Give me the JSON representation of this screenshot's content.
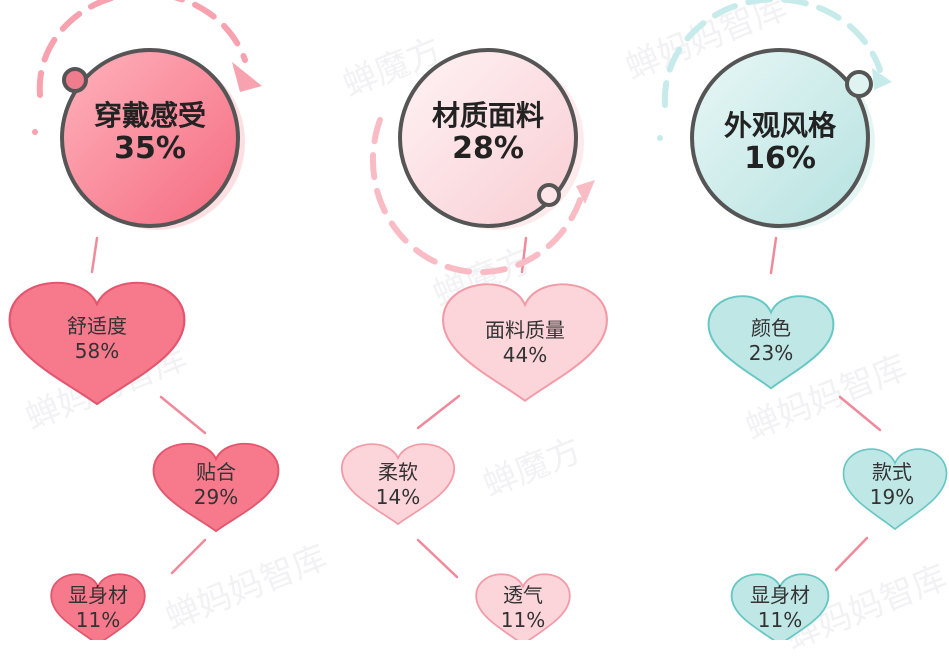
{
  "colors": {
    "pink": "#f77a8c",
    "pink_light": "#fbd5da",
    "teal": "#bfe7e6",
    "outline": "#555555",
    "connector": "#f08a9a"
  },
  "categories": [
    {
      "name": "穿戴感受",
      "percent": "35%",
      "color": "#f77a8c"
    },
    {
      "name": "材质面料",
      "percent": "28%",
      "color": "#fbd5da"
    },
    {
      "name": "外观风格",
      "percent": "16%",
      "color": "#bfe7e6"
    }
  ],
  "nodes": {
    "comfort": {
      "name": "舒适度",
      "percent": "58%"
    },
    "fit": {
      "name": "贴合",
      "percent": "29%"
    },
    "slimming_1": {
      "name": "显身材",
      "percent": "11%"
    },
    "fabric_quality": {
      "name": "面料质量",
      "percent": "44%"
    },
    "soft": {
      "name": "柔软",
      "percent": "14%"
    },
    "breathable": {
      "name": "透气",
      "percent": "11%"
    },
    "color": {
      "name": "颜色",
      "percent": "23%"
    },
    "style": {
      "name": "款式",
      "percent": "19%"
    },
    "slimming_2": {
      "name": "显身材",
      "percent": "11%"
    }
  },
  "watermark": [
    "蝉魔方",
    "蝉妈妈智库"
  ]
}
